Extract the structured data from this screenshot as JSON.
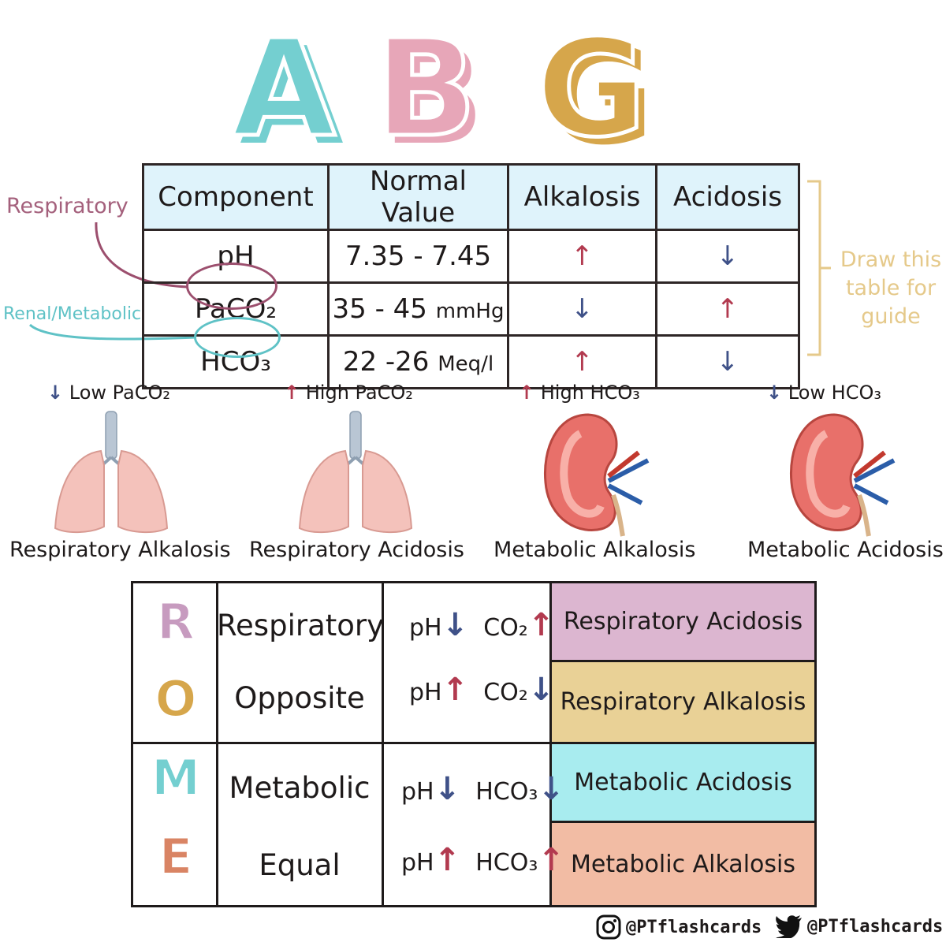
{
  "title": {
    "letters": [
      "A",
      "B",
      "G"
    ]
  },
  "abg_table": {
    "headers": [
      "Component",
      "Normal Value",
      "Alkalosis",
      "Acidosis"
    ],
    "rows": [
      {
        "component": "pH",
        "value": "7.35 - 7.45",
        "unit": "",
        "alkalosis": "↑",
        "acidosis": "↓"
      },
      {
        "component": "PaCO₂",
        "value": "35 - 45",
        "unit": "mmHg",
        "alkalosis": "↓",
        "acidosis": "↑"
      },
      {
        "component": "HCO₃",
        "value": "22 -26",
        "unit": "Meq/l",
        "alkalosis": "↑",
        "acidosis": "↓"
      }
    ]
  },
  "side_labels": {
    "respiratory": "Respiratory",
    "renal": "Renal/Metabolic"
  },
  "guide_note": "Draw this table for guide",
  "organs": [
    {
      "arrow": "↓",
      "caption": "Low PaCO₂",
      "name": "Respiratory Alkalosis",
      "icon": "lungs-icon"
    },
    {
      "arrow": "↑",
      "caption": "High PaCO₂",
      "name": "Respiratory Acidosis",
      "icon": "lungs-icon"
    },
    {
      "arrow": "↑",
      "caption": "High HCO₃",
      "name": "Metabolic Alkalosis",
      "icon": "kidney-icon"
    },
    {
      "arrow": "↓",
      "caption": "Low HCO₃",
      "name": "Metabolic Acidosis",
      "icon": "kidney-icon"
    }
  ],
  "rome": {
    "letters": [
      "R",
      "O",
      "M",
      "E"
    ],
    "words": [
      "Respiratory",
      "Opposite",
      "Metabolic",
      "Equal"
    ],
    "formulas": [
      {
        "ph": "pH",
        "ph_arrow": "↓",
        "gas": "CO₂",
        "gas_arrow": "↑",
        "result": "Respiratory Acidosis"
      },
      {
        "ph": "pH",
        "ph_arrow": "↑",
        "gas": "CO₂",
        "gas_arrow": "↓",
        "result": "Respiratory Alkalosis"
      },
      {
        "ph": "pH",
        "ph_arrow": "↓",
        "gas": "HCO₃",
        "gas_arrow": "↓",
        "result": "Metabolic Acidosis"
      },
      {
        "ph": "pH",
        "ph_arrow": "↑",
        "gas": "HCO₃",
        "gas_arrow": "↑",
        "result": "Metabolic Alkalosis"
      }
    ]
  },
  "social": {
    "instagram": "@PTflashcards",
    "twitter": "@PTflashcards"
  },
  "colors": {
    "teal": "#74cfd0",
    "pink": "#e7a6b8",
    "gold": "#d6a64b",
    "arrow_up": "#b23a4f",
    "arrow_down": "#3f5188",
    "result_resp_acidosis": "#dcb6d0",
    "result_resp_alkalosis": "#e9d196",
    "result_met_acidosis": "#a8ecef",
    "result_met_alkalosis": "#f2bca4"
  }
}
